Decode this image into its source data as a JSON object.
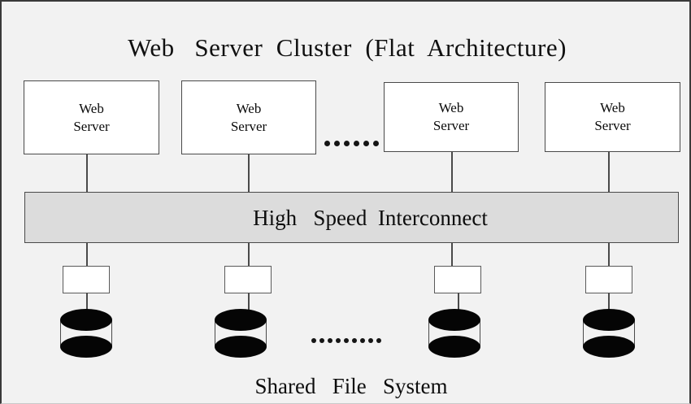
{
  "diagram": {
    "title": "Web   Server  Cluster  (Flat  Architecture)",
    "interconnect_label": "High   Speed  Interconnect",
    "shared_fs_label": "Shared   File   System",
    "server_label_line1": "Web",
    "server_label_line2": "Server",
    "servers": [
      {
        "line1": "Web",
        "line2": "Server"
      },
      {
        "line1": "Web",
        "line2": "Server"
      },
      {
        "line1": "Web",
        "line2": "Server"
      },
      {
        "line1": "Web",
        "line2": "Server"
      }
    ],
    "ellipsis_servers": "......",
    "ellipsis_disks": ".........",
    "colors": {
      "background": "#f2f2f2",
      "box_fill": "#ffffff",
      "box_stroke": "#4a4a4a",
      "interconnect_fill": "#dcdcdc",
      "disk_fill": "#050505",
      "text": "#0d0d0d"
    }
  }
}
